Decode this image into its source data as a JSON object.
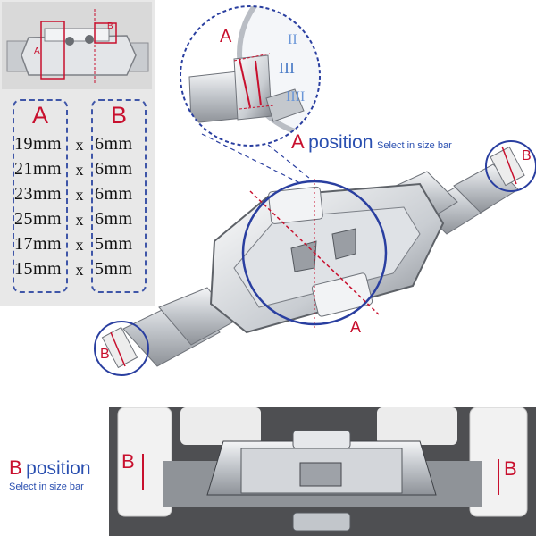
{
  "sizes": {
    "header_a": "A",
    "header_b": "B",
    "rows": [
      {
        "a": "19mm",
        "x": "x",
        "b": "6mm"
      },
      {
        "a": "21mm",
        "x": "x",
        "b": "6mm"
      },
      {
        "a": "23mm",
        "x": "x",
        "b": "6mm"
      },
      {
        "a": "25mm",
        "x": "x",
        "b": "6mm"
      },
      {
        "a": "17mm",
        "x": "x",
        "b": "5mm"
      },
      {
        "a": "15mm",
        "x": "x",
        "b": "5mm"
      }
    ]
  },
  "thumbnail": {
    "label_a": "A",
    "label_b": "B"
  },
  "a_position": {
    "letter": "A",
    "word": "position",
    "hint": "Select in size bar",
    "zoom_label": "A",
    "clasp_label": "A"
  },
  "b_position": {
    "letter": "B",
    "word": "position",
    "hint": "Select in size bar",
    "left_end_label": "B",
    "right_end_label": "B",
    "photo_left_label": "B",
    "photo_right_label": "B"
  },
  "watch": {
    "numeral_top": "II",
    "numeral_mid": "III",
    "numeral_bot": "IIII"
  },
  "colors": {
    "accent_red": "#c8102e",
    "accent_blue": "#2a4fb0",
    "steel": "#b8bcc2"
  }
}
